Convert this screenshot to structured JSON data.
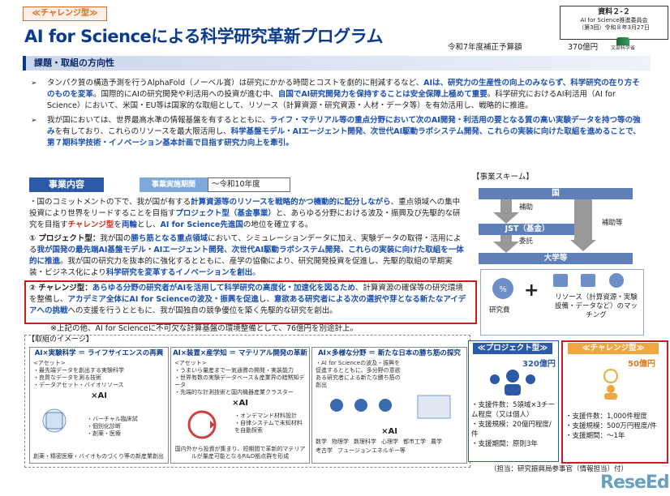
{
  "header": {
    "challenge_tag": "≪チャレンジ型≫",
    "title": "AI for Scienceによる科学研究革新プログラム",
    "doc_id_big": "資料２-２",
    "doc_id_line1": "AI for Science推進委員会",
    "doc_id_line2": "（第3回）令和８年3月27日",
    "budget_label": "令和7年度補正予算額",
    "budget_amount": "370億円",
    "logo_text": "文部科学省"
  },
  "section1": {
    "heading": "課題・取組の方向性",
    "b1_p1": "タンパク質の構造予測を行うAlphaFold（ノーベル賞）は研究にかかる時間とコストを劇的に削減するなど、",
    "b1_hl1": "AIは、研究力の生産性の向上のみならず、科学研究の在り方そのものを変革",
    "b1_p2": "。国際的にAIの研究開発や利活用への投資が進む中、",
    "b1_hl2": "自国でAI研究開発力を保持することは安全保障上極めて重要",
    "b1_p3": "。科学研究におけるAI利活用（AI for Science）において、米国・EU等は国家的な取組として、リソース（計算資源・研究資源・人材・データ等）を有効活用し、戦略的に推進。",
    "b2_p1": "我が国においては、世界最高水準の情報基盤を有するとともに、",
    "b2_hl1": "ライフ・マテリアル等の重点分野において次のAI開発・利活用の要となる質の高い実験データを持つ等の強み",
    "b2_p2": "を有しており、これらのリソースを最大限活用し、",
    "b2_hl2": "科学基盤モデル・AIエージェント開発、次世代AI駆動ラボシステム開発、これらの実装に向けた取組を進めることで、第７期科学技術・イノベーション基本計画で目指す研究力向上を牽引。"
  },
  "jigyo": {
    "tab": "事業内容",
    "period_label": "事業実施期間",
    "period_value": "～令和10年度",
    "intro_p1": "国のコミットメントの下で、我が国が有する",
    "intro_hl1": "計算資源等のリソースを戦略的かつ機動的に配分しながら",
    "intro_p2": "、重点領域への集中投資により世界をリードすることを目指す",
    "intro_hl2": "プロジェクト型（基金事業）",
    "intro_p3": "と、あらゆる分野における波及・振興及び先駆的な研究を目指す",
    "intro_hl3": "チャレンジ型",
    "intro_p4": "を",
    "intro_hl4": "両輪",
    "intro_p5": "とし、",
    "intro_hl5": "AI for Science先進国",
    "intro_p6": "の地位を確立する。",
    "proj_label": "① プロジェクト型：",
    "proj_p1": "我が国の",
    "proj_hl1": "勝ち筋となる重点領域",
    "proj_p2": "において、シミュレーションデータに加え、実験データの取得・活用による",
    "proj_hl2": "我が国発の最先端AI基盤モデル・AIエージェント開発、次世代AI駆動ラボシステム開発、これらの実装に向けた取組を一体的に推進",
    "proj_p3": "。我が国の研究力を抜本的に強化するとともに、産学の協働により、研究開発投資を促進し、先駆的取組の早期実装・ビジネス化により",
    "proj_hl3": "科学研究を変革するイノベーションを創出",
    "proj_p4": "。",
    "chal_label": "② チャレンジ型：",
    "chal_hl1": "あらゆる分野の研究者がAIを活用して科学研究の高度化・加速化を図るため",
    "chal_p1": "、計算資源の確保等の研究環境を整備し、",
    "chal_hl2": "アカデミア全体にAI for Scienceの波及・振興を促進",
    "chal_p2": "し、",
    "chal_hl3": "意欲ある研究者による次の選択や芽となる新たなアイデアへの挑戦",
    "chal_p3": "への支援を行うとともに、我が国独自の競争優位を築く先駆的な研究を創出。",
    "note": "※上記の他、AI for Scienceに不可欠な計算基盤の環境整備として、76億円を別途計上。"
  },
  "torikumi": {
    "title": "【取組のイメージ】",
    "card1_hdr": "AI×実験科学 ＝ ライフサイエンスの再興",
    "card1_lines": [
      "<アセット>",
      "・最先端データを創出する実験科学",
      "・良質なデータを測る技術",
      "・データアセット・バイオリソース"
    ],
    "card1_xai": "×AI",
    "card1_out": [
      "・バーチャル臨床試",
      "・個別化診断",
      "・創薬・医療"
    ],
    "card1_foot": "創薬・精密医療・バイオものづくり等の新産業創出",
    "card2_hdr": "AI×装置×産学知 ＝ マテリアル開発の革新",
    "card2_lines": [
      "<アセット>",
      "・うまいら量産まで一気通貫の開発・実装能力",
      "・世界有数の実験データベース＆産業界の暗黙知データ",
      "・先端的な計測技術と国内機器産業クラスター"
    ],
    "card2_xai": "×AI",
    "card2_out": [
      "・オンデマンド材料設計",
      "・自律システムで未知材料",
      "  を自動探索"
    ],
    "card2_foot": "国内外から投資が集まり、短期間で革新的マテリアルが量産可能となるR&D拠点群を形成",
    "card3_hdr": "AI×多様な分野 ＝ 新たな日本の勝ち筋の探究",
    "card3_lines": [
      "・AI for Scienceの波及・振興を促進するとともに、多分野の意欲ある研究者による新たな勝ち筋の創出"
    ],
    "card3_xai": "×AI",
    "card3_fields": [
      "数学",
      "物理学",
      "数理科学",
      "心理学",
      "都市工学",
      "農学",
      "考古学",
      "フュージョンエネルギー等"
    ]
  },
  "scheme": {
    "title": "【事業スキーム】",
    "kuni": "国",
    "hojo1": "補助",
    "jst": "JST（基金）",
    "hojo2": "補助等",
    "itaku": "委託",
    "daigaku": "大学等",
    "kenkyuhi": "研究費",
    "resources": "リソース（計算資源・実験設備・データなど）のマッチング",
    "plus": "+"
  },
  "proj_card": {
    "hdr": "≪プロジェクト型≫",
    "amount": "320億円",
    "lines": [
      "・支援件数：5領域×3チーム程度（又は個人）",
      "・支援規模：20億円程度/件",
      "・支援期間：原則3年"
    ]
  },
  "chal_card": {
    "hdr": "≪チャレンジ型≫",
    "amount": "50億円",
    "lines": [
      "・支援件数：1,000件程度",
      "・支援規模：500万円程度/件",
      "・支援期間：～1年"
    ]
  },
  "footer": {
    "tanto": "（担当：研究振興局参事官（情報担当）付）",
    "watermark": "ReseEd"
  }
}
